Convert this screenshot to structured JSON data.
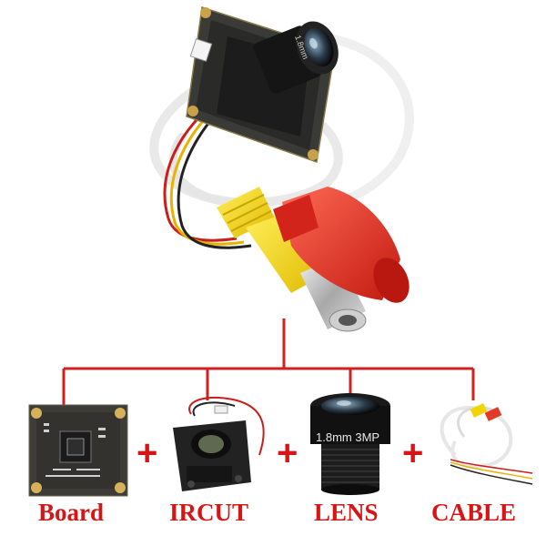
{
  "labels": {
    "board": "Board",
    "ircut": "IRCUT",
    "lens": "LENS",
    "cable": "CABLE"
  },
  "plus_sign": "+",
  "lens_marking": "1.8mm 3MP",
  "lens_small_marking": "1.8mm",
  "colors": {
    "label_red": "#d81515",
    "connector_line": "#d02020",
    "rca_yellow": "#f2d400",
    "rca_red": "#e23a2a",
    "pcb_gold": "#c9a14a",
    "lens_black": "#1a1a1a"
  }
}
